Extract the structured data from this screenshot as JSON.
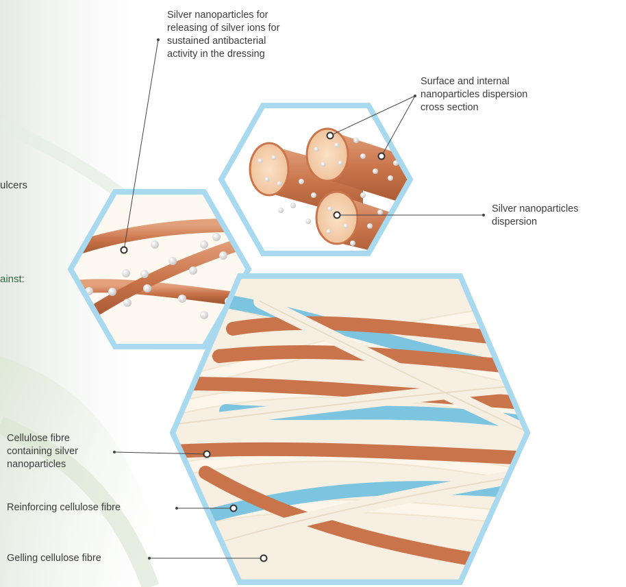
{
  "fragments": {
    "left_text_1": "ulcers",
    "left_text_2": "ainst:"
  },
  "labels": {
    "silver_ions": "Silver nanoparticles for\nreleasing of silver ions for\nsustained antibacterial\nactivity in the dressing",
    "cross_section": "Surface and internal\nnanoparticles dispersion\ncross section",
    "dispersion": "Silver nanoparticles\ndispersion",
    "cellulose_silver": "Cellulose fibre\ncontaining silver\nnanoparticles",
    "reinforcing": "Reinforcing cellulose fibre",
    "gelling": "Gelling cellulose fibre"
  },
  "colors": {
    "hex_border": "#a9d9ee",
    "copper_fibre": "#c9744a",
    "blue_fibre": "#7cc4df",
    "cream_fibre": "#f3ead8",
    "nanoparticle": "#d9d9d9",
    "leader_line": "#444444",
    "green_text": "#2e6b3f"
  }
}
